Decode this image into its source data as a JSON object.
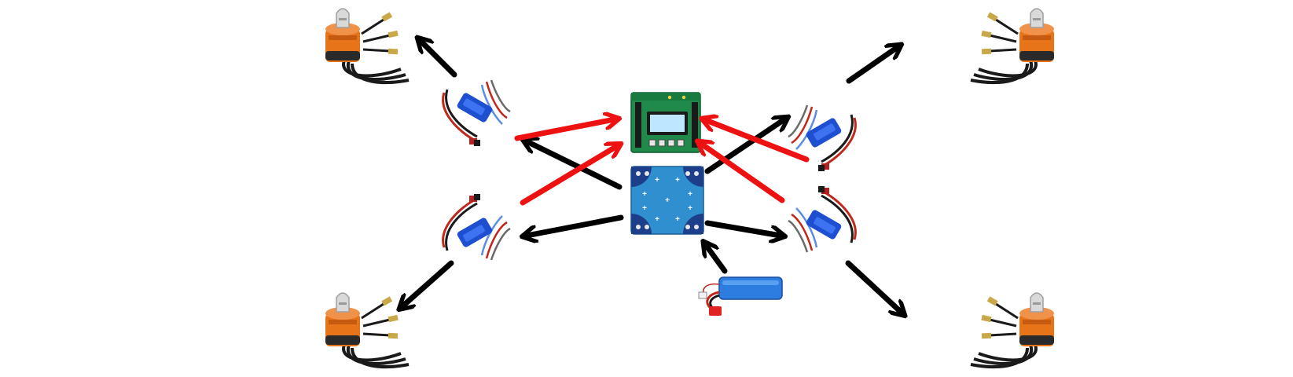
{
  "colors": {
    "background": "#ffffff",
    "power_arrow": "#000000",
    "signal_arrow": "#ee1111",
    "motor_body": "#e8741a",
    "motor_dark": "#2a2a2a",
    "motor_cap": "#d9d9d9",
    "esc_body": "#1d4fd0",
    "fc_board": "#1f8a4a",
    "fc_screen": "#bfe6ff",
    "pdb_board": "#2f8fcf",
    "battery": "#2d7de0",
    "connector": "#e02222"
  },
  "components": {
    "motors": [
      {
        "id": "motor-front-left",
        "icon": "brushless-motor-icon"
      },
      {
        "id": "motor-front-right",
        "icon": "brushless-motor-icon"
      },
      {
        "id": "motor-rear-left",
        "icon": "brushless-motor-icon"
      },
      {
        "id": "motor-rear-right",
        "icon": "brushless-motor-icon"
      }
    ],
    "escs": [
      {
        "id": "esc-front-left",
        "icon": "esc-icon"
      },
      {
        "id": "esc-front-right",
        "icon": "esc-icon"
      },
      {
        "id": "esc-rear-left",
        "icon": "esc-icon"
      },
      {
        "id": "esc-rear-right",
        "icon": "esc-icon"
      }
    ],
    "flight_controller": {
      "icon": "flight-controller-board-icon"
    },
    "power_distribution_board": {
      "icon": "power-distribution-board-icon"
    },
    "battery": {
      "icon": "lipo-battery-icon"
    }
  },
  "connections": [
    {
      "from": "battery",
      "to": "power_distribution_board",
      "kind": "power"
    },
    {
      "from": "power_distribution_board",
      "to": "flight_controller",
      "kind": "power"
    },
    {
      "from": "power_distribution_board",
      "to": "esc-front-left",
      "kind": "power"
    },
    {
      "from": "power_distribution_board",
      "to": "esc-front-right",
      "kind": "power"
    },
    {
      "from": "power_distribution_board",
      "to": "esc-rear-left",
      "kind": "power"
    },
    {
      "from": "power_distribution_board",
      "to": "esc-rear-right",
      "kind": "power"
    },
    {
      "from": "esc-front-left",
      "to": "motor-front-left",
      "kind": "power"
    },
    {
      "from": "esc-front-right",
      "to": "motor-front-right",
      "kind": "power"
    },
    {
      "from": "esc-rear-left",
      "to": "motor-rear-left",
      "kind": "power"
    },
    {
      "from": "esc-rear-right",
      "to": "motor-rear-right",
      "kind": "power"
    },
    {
      "from": "esc-front-left",
      "to": "flight_controller",
      "kind": "signal"
    },
    {
      "from": "esc-rear-left",
      "to": "flight_controller",
      "kind": "signal"
    },
    {
      "from": "esc-front-right",
      "to": "flight_controller",
      "kind": "signal"
    },
    {
      "from": "esc-rear-right",
      "to": "flight_controller",
      "kind": "signal"
    }
  ]
}
